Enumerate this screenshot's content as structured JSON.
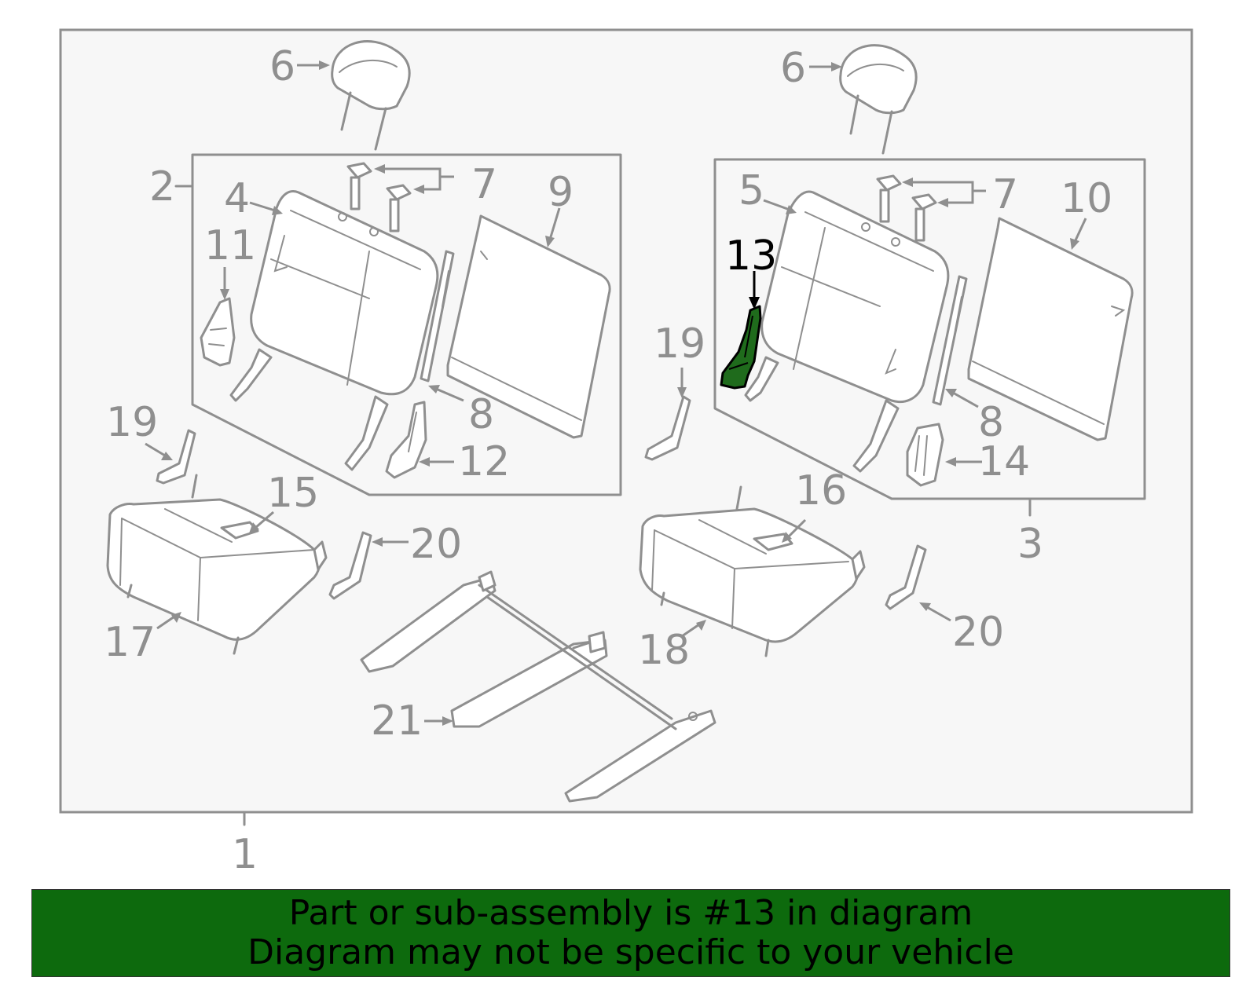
{
  "colors": {
    "line": "#8f8f8f",
    "frame_bg": "#f7f7f7",
    "highlight_fill": "#1f6b1c",
    "highlight_stroke": "#000000",
    "footer_bg": "#0d6a0d",
    "footer_text": "#000000"
  },
  "callouts": {
    "c1": "1",
    "c2": "2",
    "c3": "3",
    "c4": "4",
    "c5": "5",
    "c6a": "6",
    "c6b": "6",
    "c7a": "7",
    "c7b": "7",
    "c8a": "8",
    "c8b": "8",
    "c9": "9",
    "c10": "10",
    "c11": "11",
    "c12": "12",
    "c13": "13",
    "c14": "14",
    "c15": "15",
    "c16": "16",
    "c17": "17",
    "c18": "18",
    "c19a": "19",
    "c19b": "19",
    "c20a": "20",
    "c20b": "20",
    "c21": "21"
  },
  "highlighted_part": "13",
  "footer": {
    "line1": "Part or sub-assembly is #13 in diagram",
    "line2": "Diagram may not be specific to your vehicle"
  }
}
